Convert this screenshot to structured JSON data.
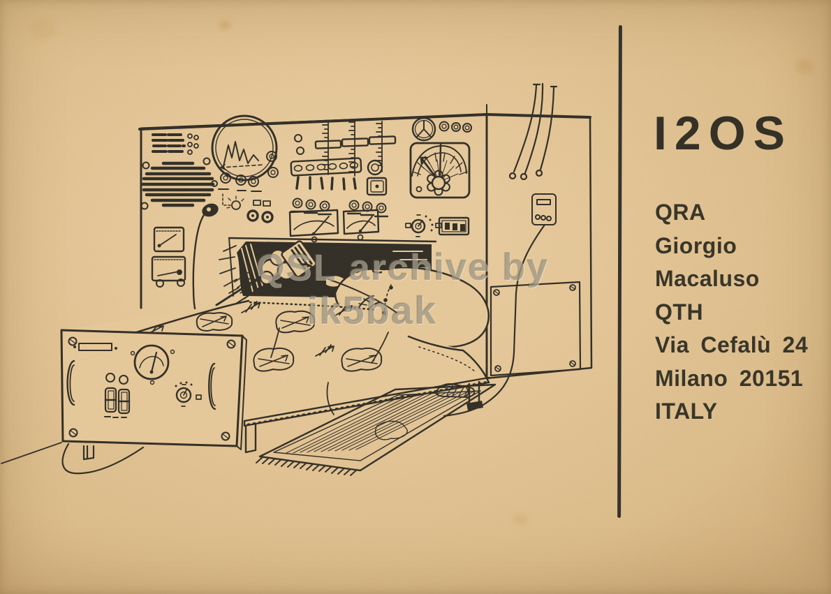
{
  "card": {
    "type_label": "QSL card",
    "paper_color": "#e5c697",
    "ink_color": "#2f2c25"
  },
  "station": {
    "callsign": "I2OS",
    "address_lines": [
      "QRA",
      "Giorgio",
      "Macaluso",
      "QTH",
      "Via Cefalù 24",
      "Milano 20151",
      "ITALY"
    ]
  },
  "watermark": {
    "line1": "QSL archive by",
    "line2": "ik5bak"
  },
  "illustration": {
    "description": "Pen-and-ink cartoon: a radio amateur sleeps with headphones on in a bed built into a huge wall of radio equipment — speaker grille, oscilloscope, sliders, meters and dials above the bunk, a rack-panel footboard with meter and switches, a fringed rug and slipper on the floor, hanging cables and an access hatch on the cabinet side."
  }
}
